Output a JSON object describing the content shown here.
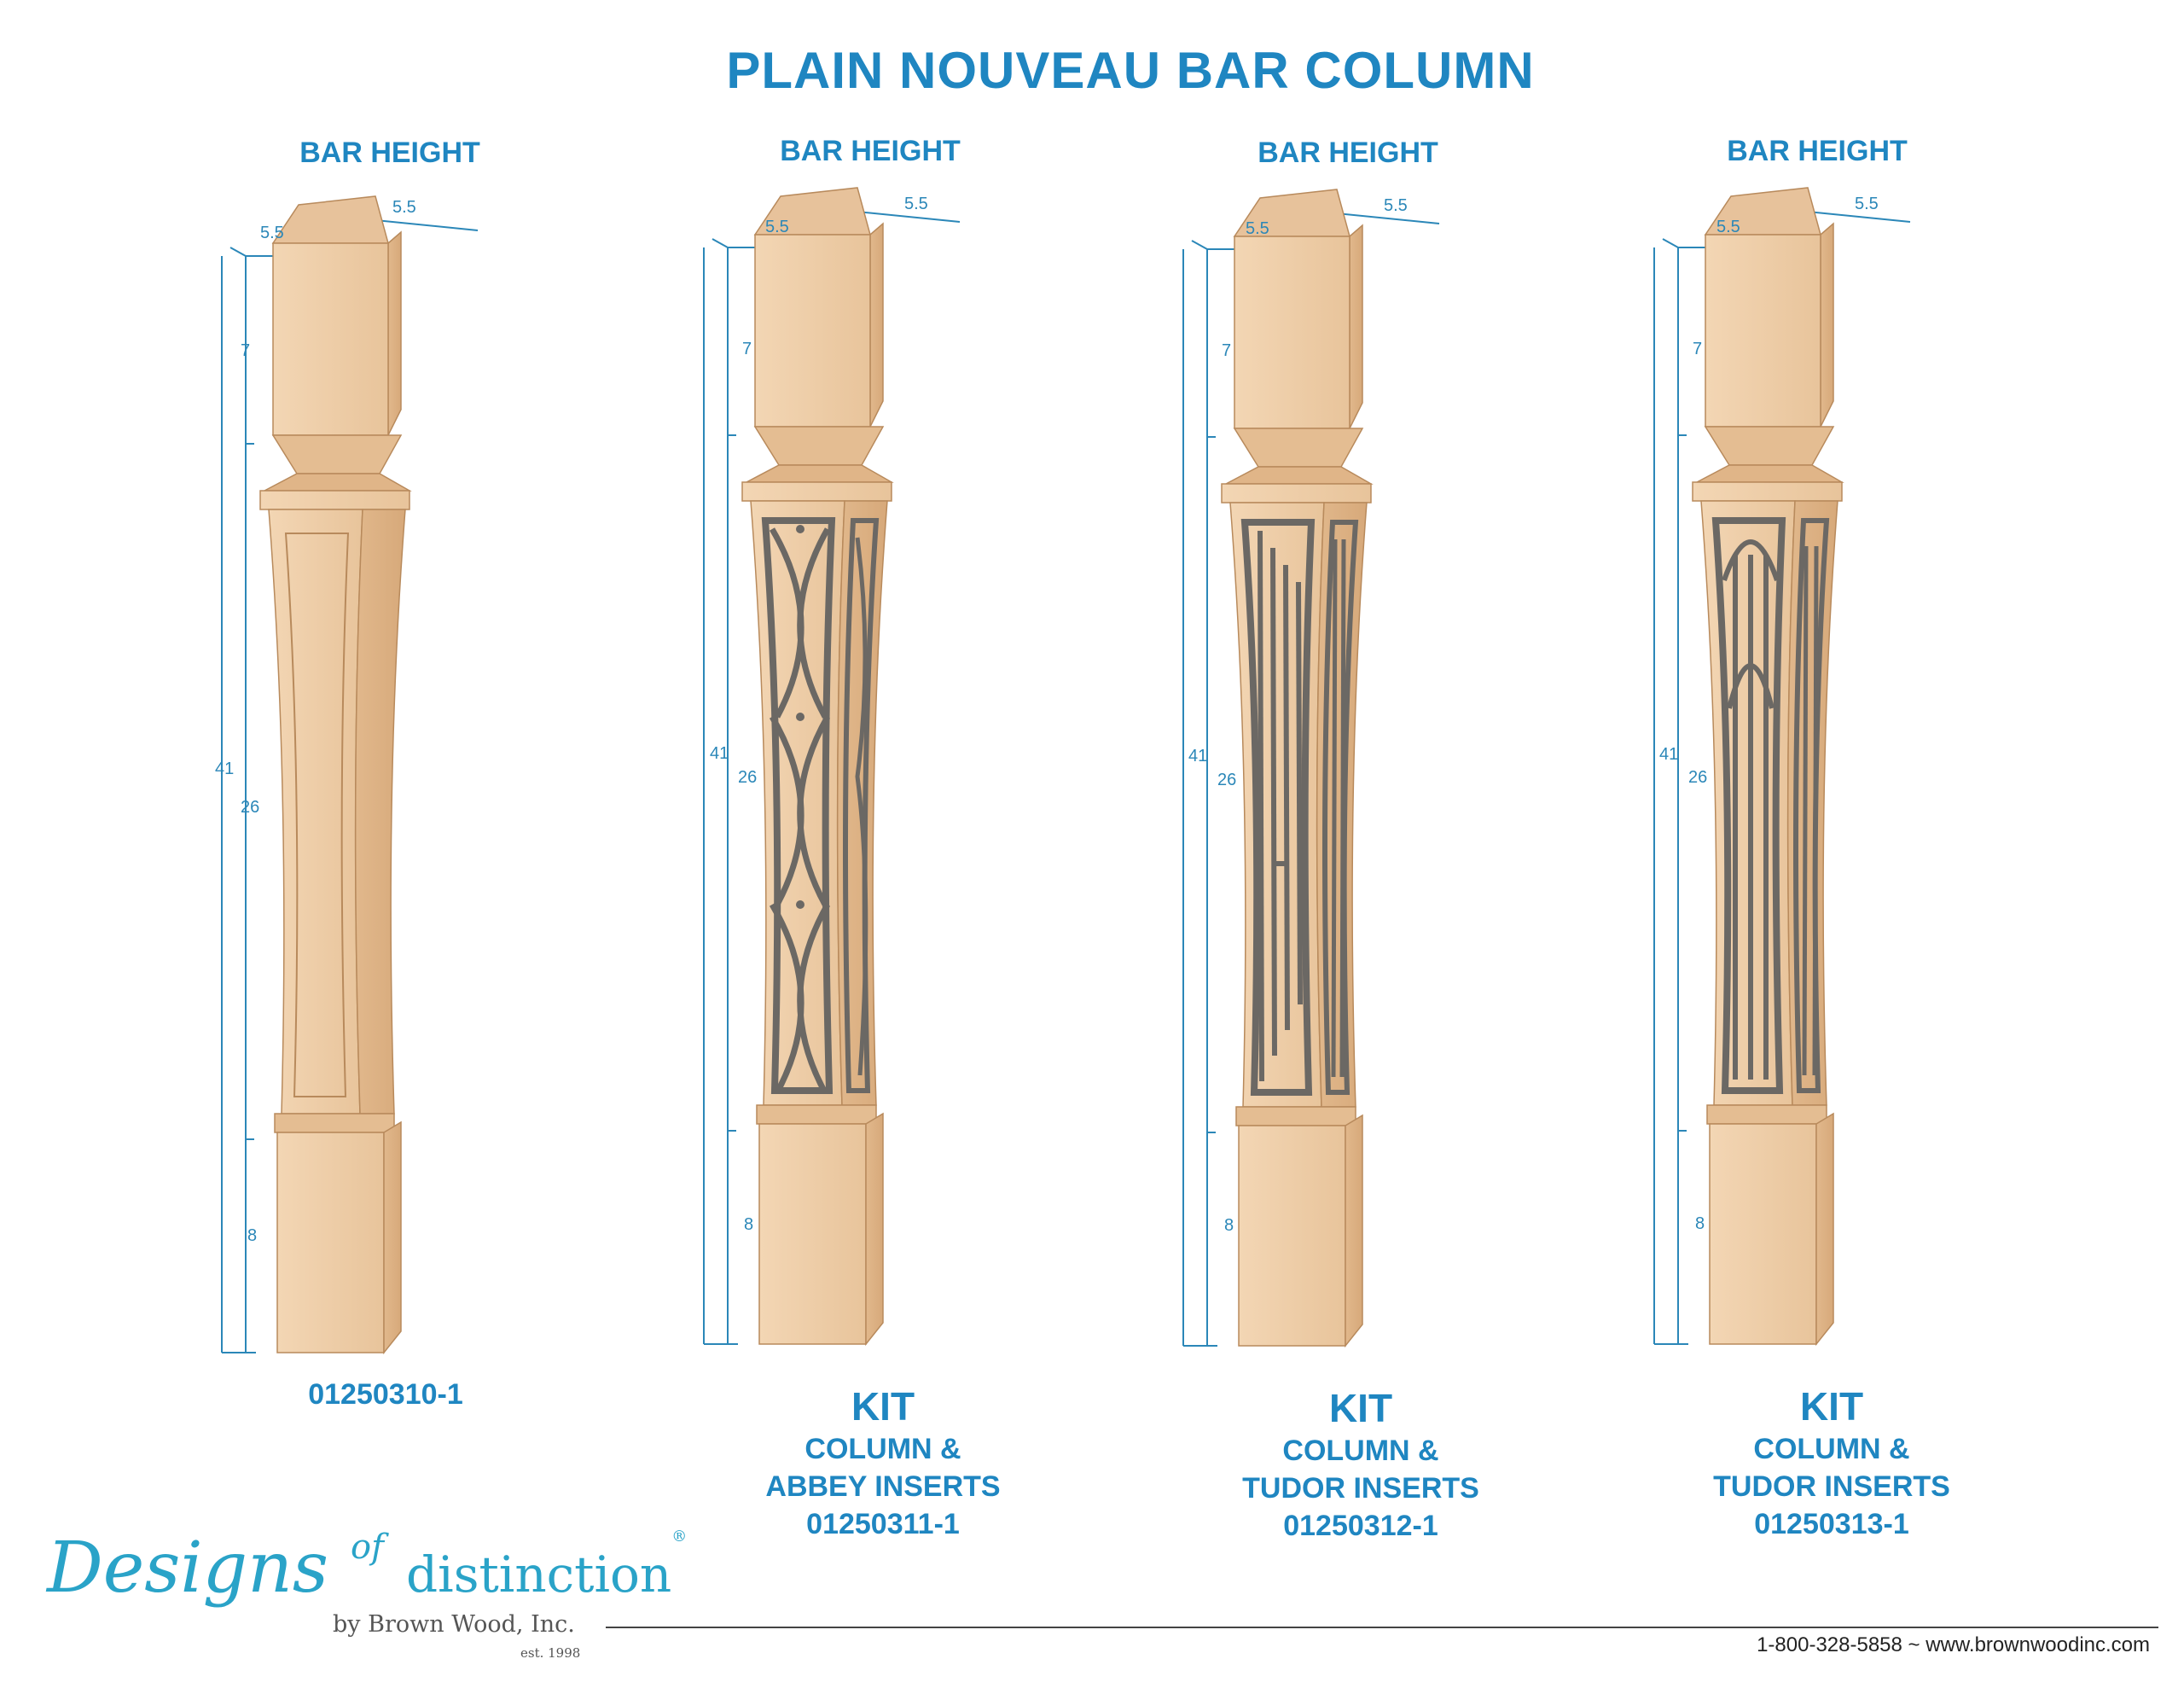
{
  "title": "PLAIN NOUVEAU BAR COLUMN",
  "columns": [
    {
      "heading": "BAR HEIGHT",
      "kit": "",
      "line1": "",
      "line2": "",
      "code": "01250310-1",
      "insert": "none"
    },
    {
      "heading": "BAR HEIGHT",
      "kit": "KIT",
      "line1": "COLUMN &",
      "line2": "ABBEY INSERTS",
      "code": "01250311-1",
      "insert": "abbey"
    },
    {
      "heading": "BAR HEIGHT",
      "kit": "KIT",
      "line1": "COLUMN &",
      "line2": "TUDOR INSERTS",
      "code": "01250312-1",
      "insert": "tudor-straight"
    },
    {
      "heading": "BAR HEIGHT",
      "kit": "KIT",
      "line1": "COLUMN &",
      "line2": "TUDOR INSERTS",
      "code": "01250313-1",
      "insert": "tudor-arch"
    }
  ],
  "dimensions": {
    "width": "5.5",
    "depth": "5.5",
    "total": "41",
    "top": "7",
    "middle": "26",
    "base": "8"
  },
  "logo": {
    "main": "Designs",
    "of": "of",
    "distinction": "distinction",
    "reg": "®",
    "by": "by Brown Wood, Inc.",
    "est": "est. 1998"
  },
  "footer": {
    "contact": "1-800-328-5858 ~ www.brownwoodinc.com"
  },
  "colors": {
    "brand_blue": "#1f86c1",
    "wood": "#ecc9a2",
    "insert": "#6b6864"
  }
}
